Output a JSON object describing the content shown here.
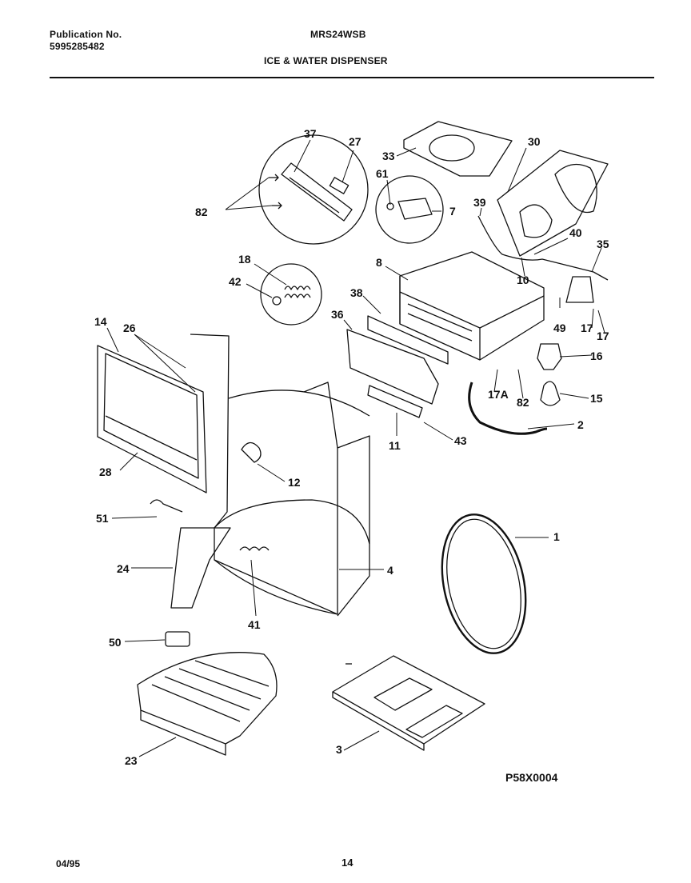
{
  "header": {
    "publication_label": "Publication No.",
    "publication_number": "5995285482",
    "model": "MRS24WSB",
    "section_title": "ICE & WATER DISPENSER"
  },
  "callouts": {
    "c1": "1",
    "c2": "2",
    "c3": "3",
    "c4": "4",
    "c7": "7",
    "c8": "8",
    "c10": "10",
    "c11": "11",
    "c12": "12",
    "c14": "14",
    "c15": "15",
    "c16": "16",
    "c17a": "17",
    "c17b": "17",
    "c17A": "17A",
    "c18": "18",
    "c23": "23",
    "c24": "24",
    "c26": "26",
    "c27": "27",
    "c28": "28",
    "c30": "30",
    "c33": "33",
    "c35": "35",
    "c36": "36",
    "c37": "37",
    "c38": "38",
    "c39": "39",
    "c40": "40",
    "c41": "41",
    "c42": "42",
    "c43": "43",
    "c49": "49",
    "c50": "50",
    "c51": "51",
    "c61": "61",
    "c82a": "82",
    "c82b": "82"
  },
  "footer": {
    "diagram_code": "P58X0004",
    "date": "04/95",
    "page": "14"
  }
}
